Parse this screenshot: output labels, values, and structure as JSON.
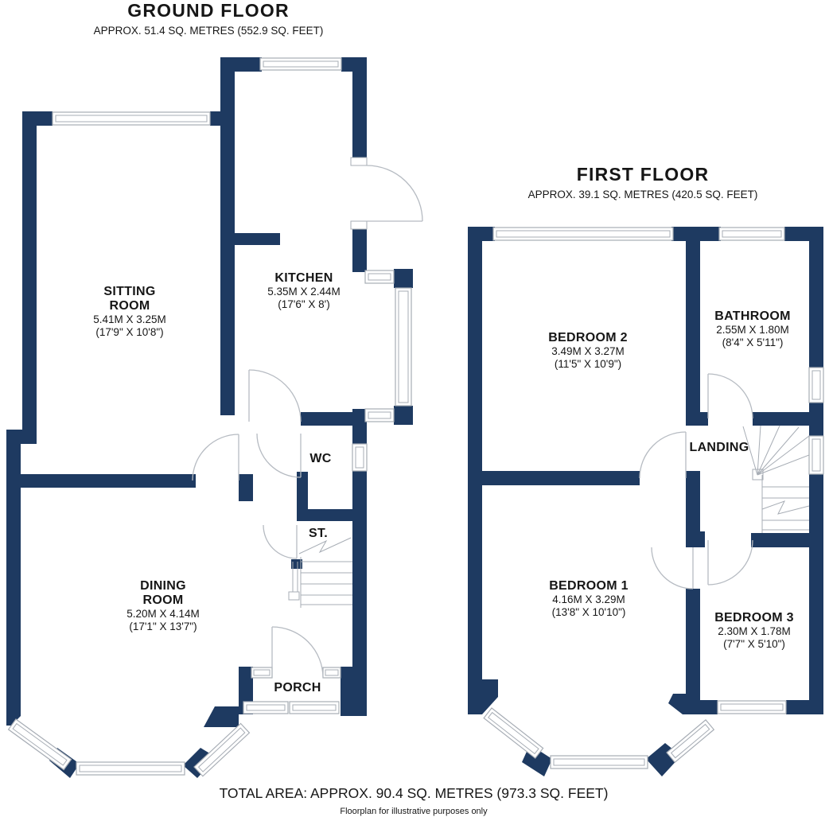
{
  "colors": {
    "wall": "#1e3a61",
    "symbol_line": "#a7adb5",
    "text": "#161616",
    "background": "#ffffff"
  },
  "ground_floor": {
    "title": "GROUND FLOOR",
    "subtitle": "APPROX. 51.4 SQ. METRES (552.9 SQ. FEET)",
    "rooms": {
      "sitting_room": {
        "name": "SITTING ROOM",
        "metric": "5.41M X 3.25M",
        "imperial": "(17'9\" X 10'8\")"
      },
      "kitchen": {
        "name": "KITCHEN",
        "metric": "5.35M X 2.44M",
        "imperial": "(17'6\" X 8')"
      },
      "wc": {
        "name": "WC"
      },
      "storage": {
        "name": "ST."
      },
      "dining_room": {
        "name": "DINING ROOM",
        "metric": "5.20M X 4.14M",
        "imperial": "(17'1\" X 13'7\")"
      },
      "porch": {
        "name": "PORCH"
      }
    }
  },
  "first_floor": {
    "title": "FIRST FLOOR",
    "subtitle": "APPROX. 39.1 SQ. METRES (420.5 SQ. FEET)",
    "rooms": {
      "bedroom_2": {
        "name": "BEDROOM 2",
        "metric": "3.49M X 3.27M",
        "imperial": "(11'5\" X 10'9\")"
      },
      "bathroom": {
        "name": "BATHROOM",
        "metric": "2.55M X 1.80M",
        "imperial": "(8'4\" X 5'11\")"
      },
      "landing": {
        "name": "LANDING"
      },
      "bedroom_1": {
        "name": "BEDROOM 1",
        "metric": "4.16M X 3.29M",
        "imperial": "(13'8\" X 10'10\")"
      },
      "bedroom_3": {
        "name": "BEDROOM 3",
        "metric": "2.30M X 1.78M",
        "imperial": "(7'7\" X 5'10\")"
      }
    }
  },
  "footer": {
    "total_area": "TOTAL AREA: APPROX. 90.4 SQ. METRES (973.3 SQ. FEET)",
    "disclaimer": "Floorplan for illustrative purposes only"
  }
}
